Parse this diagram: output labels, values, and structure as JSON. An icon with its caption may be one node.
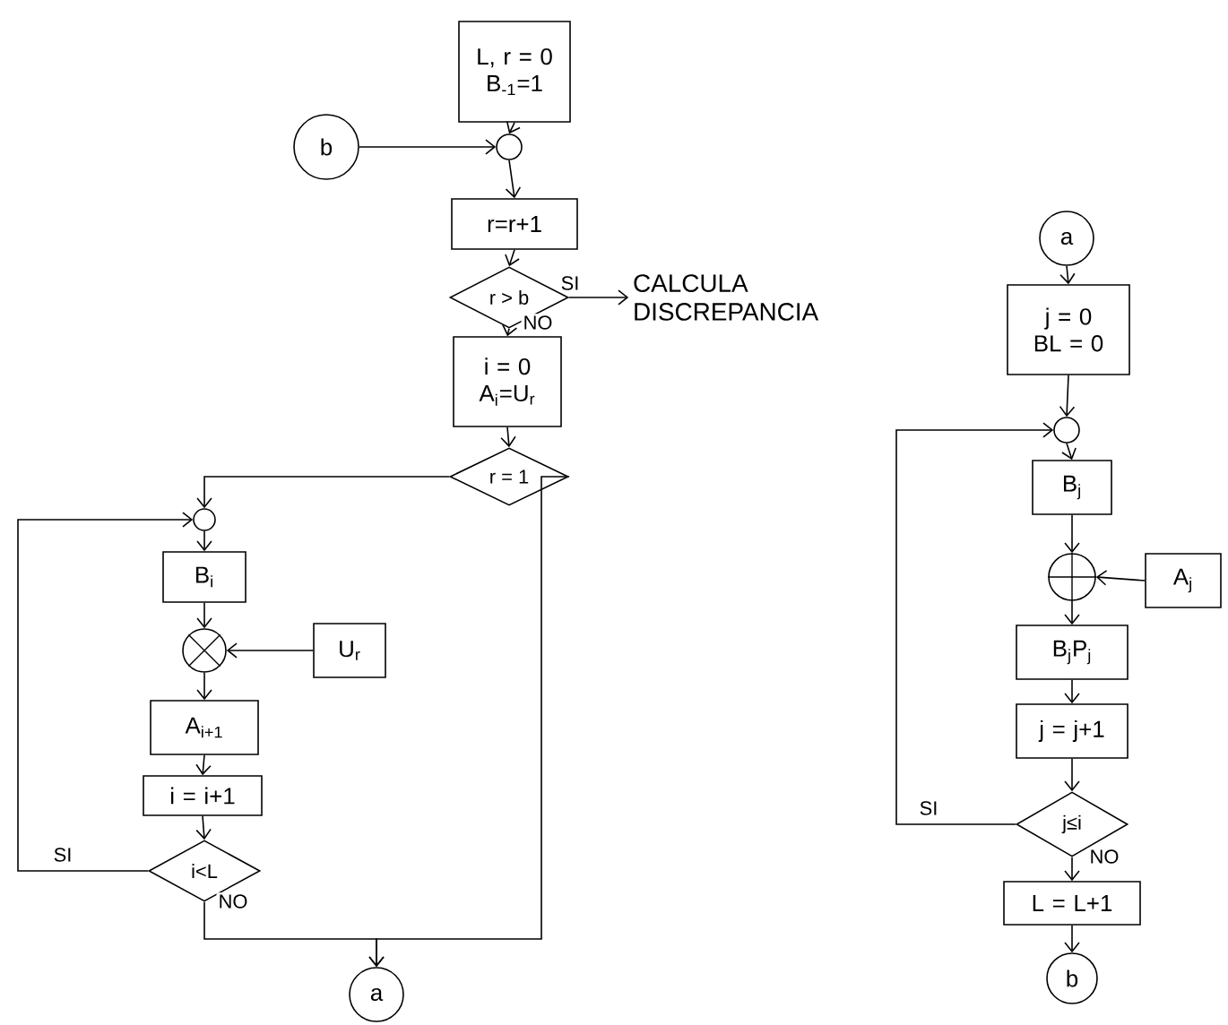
{
  "diagram": {
    "nodes": [
      {
        "text": [
          "L, r = 0 B$_{-1}$=1"
        ]
      },
      {
        "text": [
          "b"
        ]
      },
      {
        "text": [],
        "shape": "circle"
      },
      {
        "text": [
          "r=r+1"
        ]
      },
      {
        "text": [
          "r > b"
        ]
      },
      {
        "text": [
          "CALCULA DISCREPANCIA"
        ]
      },
      {
        "text": [
          "i = 0 A$_{i}$=U$_{r}$"
        ]
      },
      {
        "text": [
          "r = 1"
        ]
      },
      {
        "text": [],
        "shape": "circle"
      },
      {
        "text": [
          "B$_{i}$"
        ]
      },
      {
        "text": [],
        "shape": "circle"
      },
      {
        "text": [
          "U$_{r}$"
        ]
      },
      {
        "text": [
          "A$_{i+1}$"
        ]
      },
      {
        "text": [
          "i = i+1"
        ]
      },
      {
        "text": [
          "i<L"
        ]
      },
      {
        "text": [
          "a"
        ]
      },
      {
        "text": [
          "a"
        ]
      },
      {
        "text": [
          "j = 0 BL = 0"
        ]
      },
      {
        "text": [],
        "shape": "circle"
      },
      {
        "text": [
          "B$_{j}$"
        ]
      },
      {
        "text": [],
        "shape": "circle"
      },
      {
        "text": [
          "A$_{j}$"
        ]
      },
      {
        "text": [
          "B$_{j}$P$_{j}$"
        ]
      },
      {
        "text": [
          "j = j+1"
        ]
      },
      {
        "text": [
          "j≤i"
        ]
      },
      {
        "text": [
          "L = L+1"
        ]
      },
      {
        "text": [
          "b"
        ]
      }
    ],
    "edges": [
      {
        "from": 0,
        "to": 2,
        "arrow": "to"
      },
      {
        "from": 1,
        "to": 2,
        "arrow": "to"
      },
      {
        "from": 2,
        "to": 3,
        "arrow": "to"
      },
      {
        "from": 3,
        "to": 4,
        "arrow": "to"
      },
      {
        "from": 4,
        "to": 5,
        "arrow": "to",
        "label": "SI"
      },
      {
        "from": 4,
        "to": 6,
        "arrow": "to",
        "label": "NO"
      },
      {
        "from": 6,
        "to": 7,
        "arrow": "to"
      },
      {
        "from": 7,
        "to": 8,
        "arrow": "to"
      },
      {
        "from": 7,
        "to": 15,
        "arrow": "to"
      },
      {
        "from": 8,
        "to": 9,
        "arrow": "to"
      },
      {
        "from": 9,
        "to": 10,
        "arrow": "to"
      },
      {
        "from": 11,
        "to": 10,
        "arrow": "to"
      },
      {
        "from": 10,
        "to": 12,
        "arrow": "to"
      },
      {
        "from": 12,
        "to": 13,
        "arrow": "to"
      },
      {
        "from": 13,
        "to": 14,
        "arrow": "to"
      },
      {
        "from": 14,
        "to": 8,
        "arrow": "to",
        "label": "SI"
      },
      {
        "from": 14,
        "to": 15,
        "arrow": "to",
        "label": "NO"
      },
      {
        "from": 16,
        "to": 17,
        "arrow": "to"
      },
      {
        "from": 17,
        "to": 18,
        "arrow": "to"
      },
      {
        "from": 18,
        "to": 19,
        "arrow": "to"
      },
      {
        "from": 19,
        "to": 20,
        "arrow": "to"
      },
      {
        "from": 21,
        "to": 20,
        "arrow": "to"
      },
      {
        "from": 20,
        "to": 22,
        "arrow": "to"
      },
      {
        "from": 22,
        "to": 23,
        "arrow": "to"
      },
      {
        "from": 23,
        "to": 24,
        "arrow": "to"
      },
      {
        "from": 24,
        "to": 18,
        "arrow": "to",
        "label": "SI"
      },
      {
        "from": 24,
        "to": 25,
        "arrow": "to",
        "label": "NO"
      },
      {
        "from": 25,
        "to": 26,
        "arrow": "to"
      }
    ]
  }
}
